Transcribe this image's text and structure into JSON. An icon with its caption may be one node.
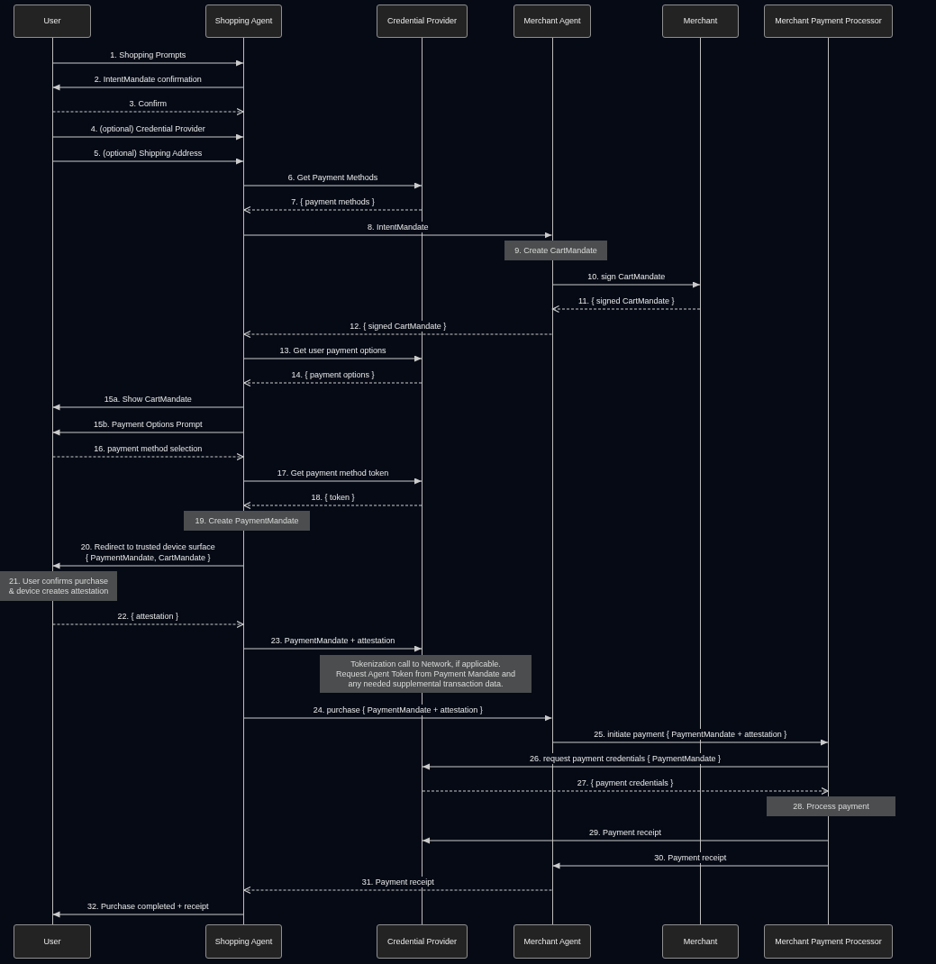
{
  "diagram": {
    "nodes": [
      {
        "text": [
          "User"
        ]
      },
      {
        "text": [
          "Shopping Agent"
        ]
      },
      {
        "text": [
          "Credential Provider"
        ]
      },
      {
        "text": [
          "Merchant Agent"
        ]
      },
      {
        "text": [
          "Merchant"
        ]
      },
      {
        "text": [
          "Merchant Payment Processor"
        ]
      },
      {
        "text": [],
        "shape": "bar"
      },
      {
        "text": [],
        "shape": "bar"
      },
      {
        "text": [],
        "shape": "bar"
      },
      {
        "text": [],
        "shape": "bar"
      },
      {
        "text": [],
        "shape": "bar"
      },
      {
        "text": [],
        "shape": "bar"
      },
      {
        "text": [
          "9. Create CartMandate"
        ]
      },
      {
        "text": [
          "19. Create PaymentMandate"
        ]
      },
      {
        "text": [
          "21. User confirms purchase & device creates attestation"
        ]
      },
      {
        "text": [
          "Tokenization call to Network, if applicable. Request Agent Token from Payment Mandate and any needed supplemental transaction data."
        ]
      },
      {
        "text": [
          "28. Process payment"
        ]
      },
      {
        "text": [
          "User"
        ]
      },
      {
        "text": [
          "Shopping Agent"
        ]
      },
      {
        "text": [
          "Credential Provider"
        ]
      },
      {
        "text": [
          "Merchant Agent"
        ]
      },
      {
        "text": [
          "Merchant"
        ]
      },
      {
        "text": [
          "Merchant Payment Processor"
        ]
      }
    ],
    "edges": [
      {
        "from": 6,
        "to": 7,
        "arrow": "to",
        "label": "1. Shopping Prompts"
      },
      {
        "from": 7,
        "to": 6,
        "arrow": "to",
        "label": "2. IntentMandate confirmation"
      },
      {
        "from": 6,
        "to": 7,
        "arrow": "to",
        "label": "3. Confirm",
        "style": "dashed"
      },
      {
        "from": 6,
        "to": 7,
        "arrow": "to",
        "label": "4. (optional) Credential Provider"
      },
      {
        "from": 6,
        "to": 7,
        "arrow": "to",
        "label": "5. (optional) Shipping Address"
      },
      {
        "from": 7,
        "to": 8,
        "arrow": "to",
        "label": "6. Get Payment Methods"
      },
      {
        "from": 8,
        "to": 7,
        "arrow": "to",
        "label": "7. { payment methods }",
        "style": "dashed"
      },
      {
        "from": 7,
        "to": 9,
        "arrow": "to",
        "label": "8. IntentMandate"
      },
      {
        "from": 9,
        "to": 10,
        "arrow": "to",
        "label": "10. sign CartMandate"
      },
      {
        "from": 10,
        "to": 9,
        "arrow": "to",
        "label": "11. { signed CartMandate }",
        "style": "dashed"
      },
      {
        "from": 9,
        "to": 7,
        "arrow": "to",
        "label": "12. { signed CartMandate }",
        "style": "dashed"
      },
      {
        "from": 7,
        "to": 8,
        "arrow": "to",
        "label": "13. Get user payment options"
      },
      {
        "from": 8,
        "to": 7,
        "arrow": "to",
        "label": "14. { payment options }",
        "style": "dashed"
      },
      {
        "from": 7,
        "to": 6,
        "arrow": "to",
        "label": "15a. Show CartMandate"
      },
      {
        "from": 7,
        "to": 6,
        "arrow": "to",
        "label": "15b. Payment Options Prompt"
      },
      {
        "from": 6,
        "to": 7,
        "arrow": "to",
        "label": "16. payment method selection",
        "style": "dashed"
      },
      {
        "from": 7,
        "to": 8,
        "arrow": "to",
        "label": "17. Get payment method token"
      },
      {
        "from": 8,
        "to": 7,
        "arrow": "to",
        "label": "18. { token }",
        "style": "dashed"
      },
      {
        "from": 7,
        "to": 6,
        "arrow": "to",
        "label": "20. Redirect to trusted device surface { PaymentMandate, CartMandate }"
      },
      {
        "from": 6,
        "to": 7,
        "arrow": "to",
        "label": "22. { attestation }",
        "style": "dashed"
      },
      {
        "from": 7,
        "to": 8,
        "arrow": "to",
        "label": "23. PaymentMandate + attestation"
      },
      {
        "from": 7,
        "to": 9,
        "arrow": "to",
        "label": "24. purchase { PaymentMandate + attestation }"
      },
      {
        "from": 9,
        "to": 11,
        "arrow": "to",
        "label": "25. initiate payment { PaymentMandate + attestation }"
      },
      {
        "from": 11,
        "to": 8,
        "arrow": "to",
        "label": "26. request payment credentials { PaymentMandate }"
      },
      {
        "from": 8,
        "to": 11,
        "arrow": "to",
        "label": "27. { payment credentials }",
        "style": "dashed"
      },
      {
        "from": 11,
        "to": 8,
        "arrow": "to",
        "label": "29. Payment receipt"
      },
      {
        "from": 11,
        "to": 9,
        "arrow": "to",
        "label": "30. Payment receipt"
      },
      {
        "from": 9,
        "to": 7,
        "arrow": "to",
        "label": "31. Payment receipt",
        "style": "dashed"
      },
      {
        "from": 7,
        "to": 6,
        "arrow": "to",
        "label": "32. Purchase completed + receipt"
      }
    ]
  }
}
